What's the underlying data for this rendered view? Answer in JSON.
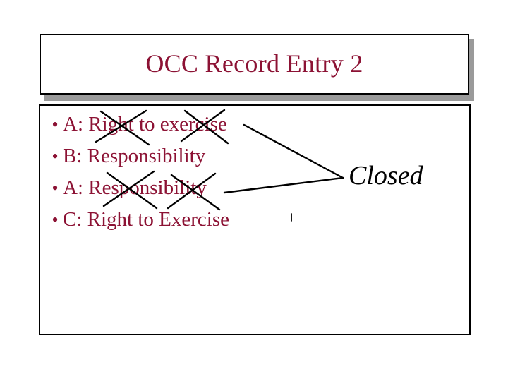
{
  "slide": {
    "title": "OCC Record Entry 2",
    "title_color": "#8c1234",
    "background_color": "#ffffff",
    "border_color": "#000000",
    "shadow_color": "#9a9a9a"
  },
  "bullets": [
    {
      "marker": "•",
      "text": "A: Right to exercise",
      "struck_out": true
    },
    {
      "marker": "•",
      "text": "B: Responsibility",
      "struck_out": false
    },
    {
      "marker": "•",
      "text": "A: Responsibility",
      "struck_out": true
    },
    {
      "marker": "•",
      "text": "C: Right to Exercise",
      "struck_out": false
    }
  ],
  "annotations": {
    "closed_label": "Closed",
    "closed_color": "#000000",
    "ink_color": "#000000"
  }
}
